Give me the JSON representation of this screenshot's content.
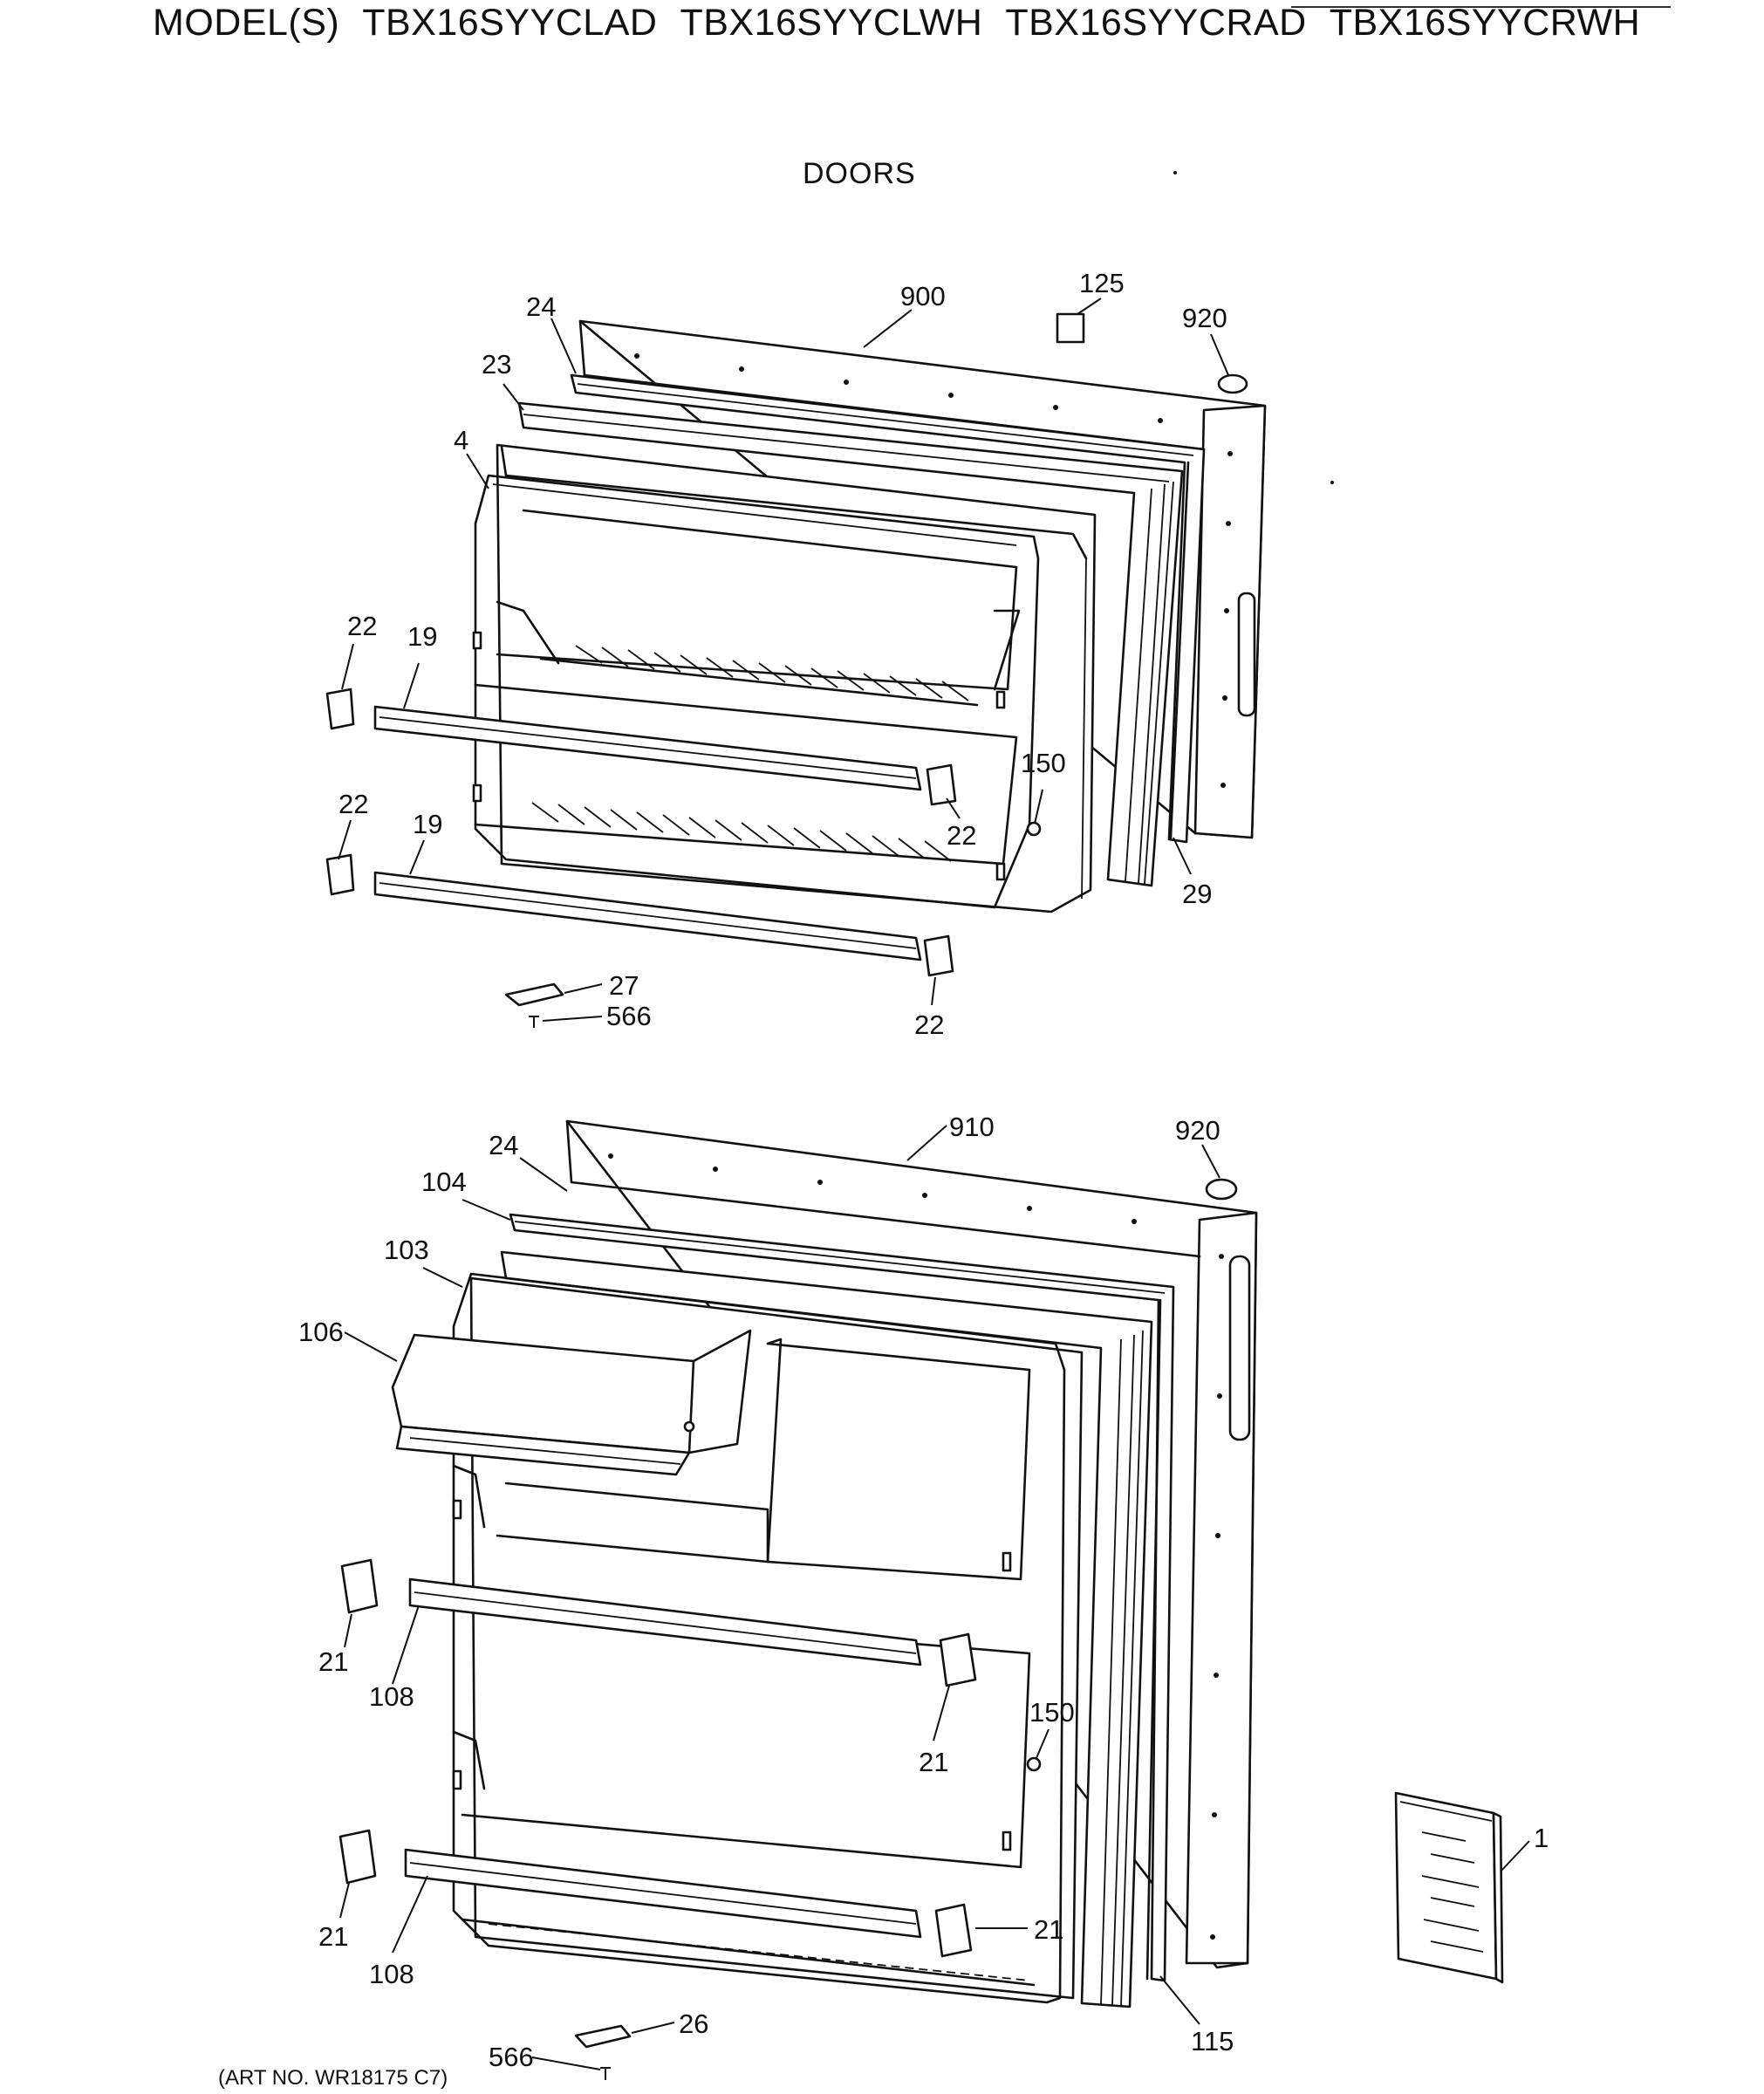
{
  "header": {
    "prefix": "MODEL(S)",
    "models": [
      "TBX16SYYCLAD",
      "TBX16SYYCLWH",
      "TBX16SYYCRAD",
      "TBX16SYYCRWH"
    ],
    "section_title": "DOORS"
  },
  "footer": {
    "art_no": "(ART NO. WR18175 C7)"
  },
  "callouts_freezer": [
    "900",
    "125",
    "920",
    "24",
    "23",
    "4",
    "22",
    "19",
    "150",
    "22",
    "29",
    "22",
    "19",
    "27",
    "566",
    "22"
  ],
  "callouts_fresh_food": [
    "910",
    "920",
    "24",
    "104",
    "103",
    "106",
    "21",
    "108",
    "150",
    "21",
    "1",
    "21",
    "108",
    "21",
    "115",
    "26",
    "566"
  ]
}
